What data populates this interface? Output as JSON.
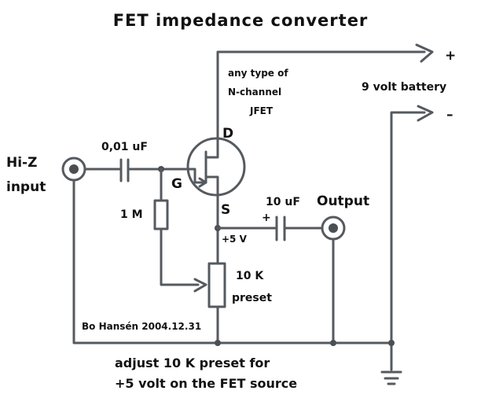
{
  "title": "FET impedance converter",
  "fet_note": [
    "any type of",
    "N-channel",
    "JFET"
  ],
  "battery": {
    "label": "9 volt battery",
    "plus": "+",
    "minus": "–"
  },
  "input": [
    "Hi-Z",
    "input"
  ],
  "cap_in": "0,01 uF",
  "pins": {
    "drain": "D",
    "gate": "G",
    "source": "S"
  },
  "resistor": "1 M",
  "cap_out": "10 uF",
  "cap_out_polarity": "+",
  "output": "Output",
  "source_voltage": "+5 V",
  "preset": [
    "10 K",
    "preset"
  ],
  "signature": "Bo Hansén 2004.12.31",
  "adjust_note": [
    "adjust 10 K preset for",
    "+5 volt on the FET source"
  ]
}
